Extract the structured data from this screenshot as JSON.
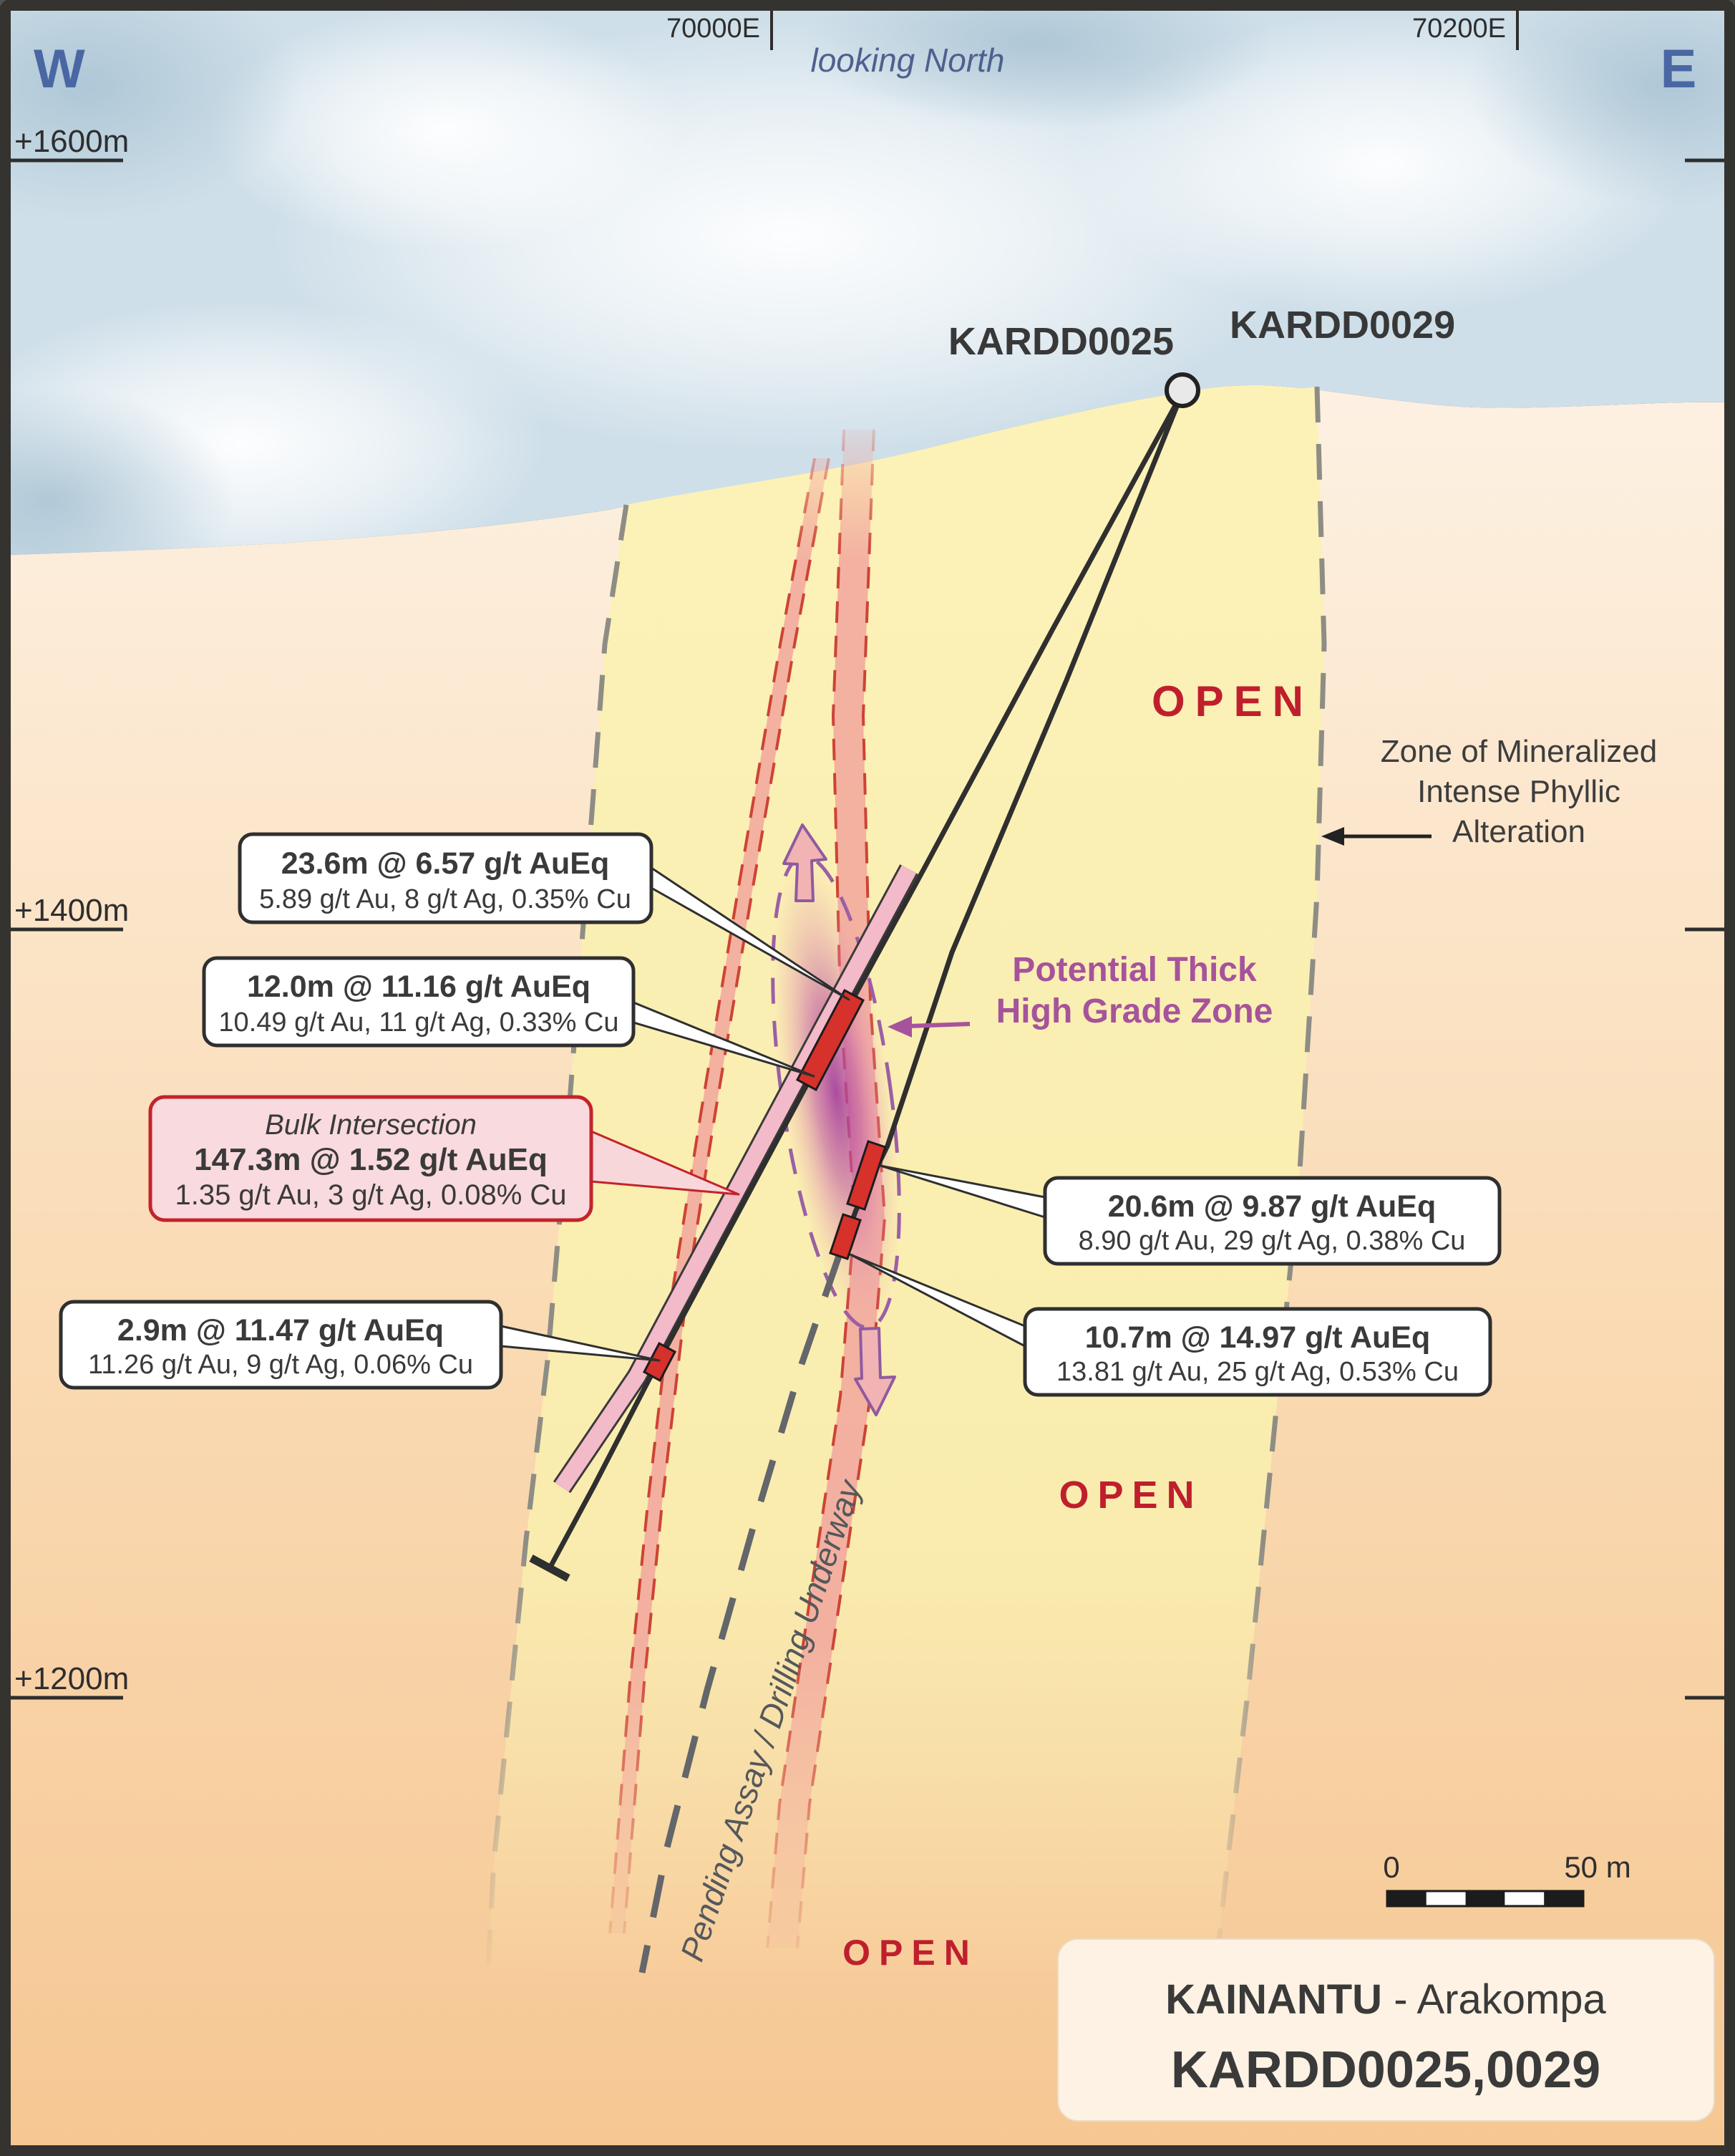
{
  "orientation": {
    "west": "W",
    "east": "E",
    "view_note": "looking North"
  },
  "grid": {
    "eastings": [
      {
        "label": "70000E"
      },
      {
        "label": "70200E"
      }
    ],
    "elevations": [
      {
        "label": "+1600m"
      },
      {
        "label": "+1400m"
      },
      {
        "label": "+1200m"
      }
    ]
  },
  "drillholes": {
    "collar_label_1": "KARDD0025",
    "collar_label_2": "KARDD0029"
  },
  "intercepts": [
    {
      "headline": "23.6m @ 6.57 g/t AuEq",
      "detail": "5.89 g/t Au, 8 g/t Ag, 0.35% Cu"
    },
    {
      "headline": "12.0m @ 11.16 g/t AuEq",
      "detail": "10.49 g/t Au, 11 g/t Ag, 0.33% Cu"
    },
    {
      "headline": "2.9m @ 11.47 g/t AuEq",
      "detail": "11.26 g/t Au, 9 g/t Ag, 0.06% Cu"
    },
    {
      "headline": "20.6m @ 9.87 g/t AuEq",
      "detail": "8.90 g/t Au, 29 g/t Ag, 0.38% Cu"
    },
    {
      "headline": "10.7m @ 14.97 g/t AuEq",
      "detail": "13.81 g/t Au, 25 g/t Ag, 0.53% Cu"
    }
  ],
  "bulk_intersection": {
    "title": "Bulk Intersection",
    "headline": "147.3m @ 1.52 g/t AuEq",
    "detail": "1.35 g/t Au, 3 g/t Ag, 0.08% Cu"
  },
  "annotations": {
    "open_labels": [
      "OPEN",
      "OPEN",
      "OPEN"
    ],
    "alteration_zone_line1": "Zone of Mineralized",
    "alteration_zone_line2": "Intense Phyllic",
    "alteration_zone_line3": "Alteration",
    "high_grade_line1": "Potential Thick",
    "high_grade_line2": "High Grade Zone",
    "pending_note": "Pending Assay / Drilling Underway"
  },
  "scale_bar": {
    "start": "0",
    "end": "50 m"
  },
  "title_block": {
    "project": "KAINANTU",
    "separator": "-",
    "prospect": "Arakompa",
    "holes": "KARDD0025,0029"
  },
  "colors": {
    "open_red": "#bf1f2d",
    "high_grade_purple": "#a6539b",
    "compass_blue": "#4a67a4",
    "dyke_red": "#cd4336",
    "intercept_red": "#d7312c",
    "bulk_pink": "#f9dade",
    "sky_blue": "#cfdfe9",
    "alteration_yellow": "#fcf2b8"
  }
}
